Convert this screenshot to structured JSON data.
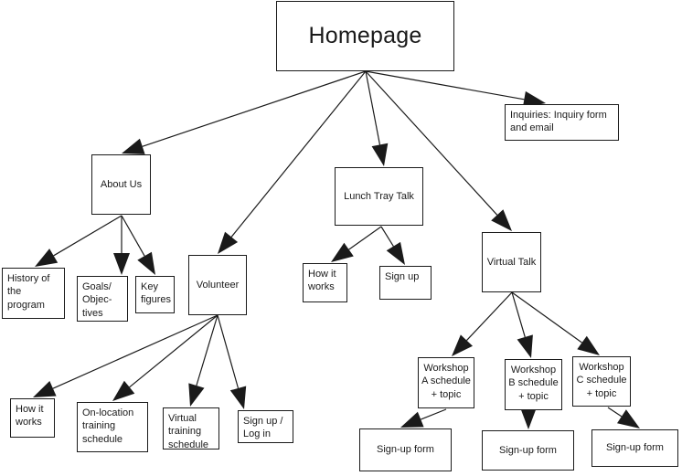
{
  "diagram": {
    "nodes": {
      "homepage": "Homepage",
      "inquiries": "Inquiries: Inquiry form\nand email",
      "about_us": "About Us",
      "lunch_tray_talk": "Lunch Tray Talk",
      "virtual_talk": "Virtual Talk",
      "volunteer": "Volunteer",
      "history": "History of\nthe\nprogram",
      "goals": "Goals/\nObjec-\ntives",
      "key_figures": "Key\nfigures",
      "ltt_how_it_works": "How it\nworks",
      "ltt_sign_up": "Sign up",
      "vol_how_it_works": "How it\nworks",
      "on_location": "On-location\ntraining\nschedule",
      "virtual_training": "Virtual\ntraining\nschedule",
      "sign_up_log_in": "Sign up /\nLog in",
      "workshop_a": "Workshop\nA schedule\n+ topic",
      "workshop_b": "Workshop\nB schedule\n+ topic",
      "workshop_c": "Workshop\nC schedule\n+ topic",
      "signup_form_a": "Sign-up form",
      "signup_form_b": "Sign-up form",
      "signup_form_c": "Sign-up form"
    },
    "edges": [
      {
        "from": "homepage",
        "to": "inquiries"
      },
      {
        "from": "homepage",
        "to": "about_us"
      },
      {
        "from": "homepage",
        "to": "volunteer"
      },
      {
        "from": "homepage",
        "to": "lunch_tray_talk"
      },
      {
        "from": "homepage",
        "to": "virtual_talk"
      },
      {
        "from": "about_us",
        "to": "history"
      },
      {
        "from": "about_us",
        "to": "goals"
      },
      {
        "from": "about_us",
        "to": "key_figures"
      },
      {
        "from": "lunch_tray_talk",
        "to": "ltt_how_it_works"
      },
      {
        "from": "lunch_tray_talk",
        "to": "ltt_sign_up"
      },
      {
        "from": "volunteer",
        "to": "vol_how_it_works"
      },
      {
        "from": "volunteer",
        "to": "on_location"
      },
      {
        "from": "volunteer",
        "to": "virtual_training"
      },
      {
        "from": "volunteer",
        "to": "sign_up_log_in"
      },
      {
        "from": "virtual_talk",
        "to": "workshop_a"
      },
      {
        "from": "virtual_talk",
        "to": "workshop_b"
      },
      {
        "from": "virtual_talk",
        "to": "workshop_c"
      },
      {
        "from": "workshop_a",
        "to": "signup_form_a"
      },
      {
        "from": "workshop_b",
        "to": "signup_form_b"
      },
      {
        "from": "workshop_c",
        "to": "signup_form_c"
      }
    ]
  }
}
